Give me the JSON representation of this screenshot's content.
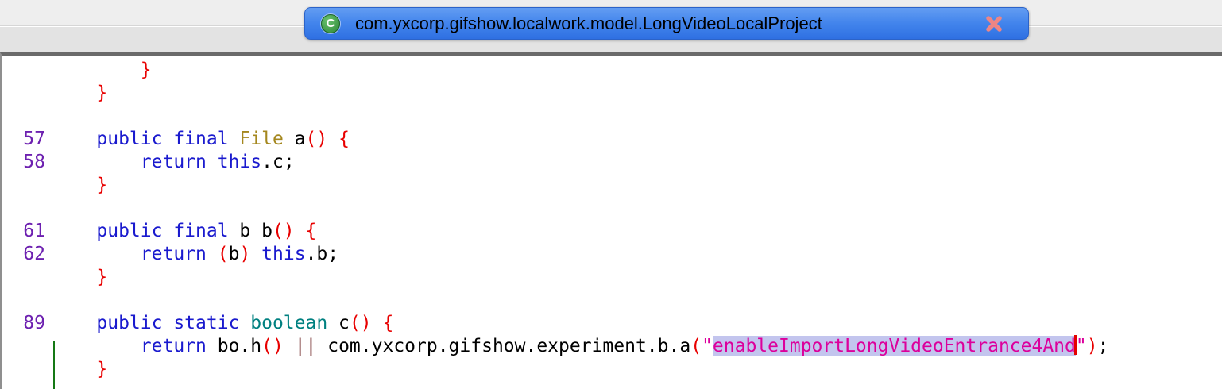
{
  "tab": {
    "title": "com.yxcorp.gifshow.localwork.model.LongVideoLocalProject",
    "class_icon_letter": "C",
    "icons": {
      "class_icon": "green-circle-class-icon",
      "close_icon": "red-x-close-icon"
    }
  },
  "colors": {
    "keyword": "#1a1ace",
    "primitive": "#008080",
    "type": "#a4871e",
    "separator": "#e80000",
    "operator": "#8a4f4f",
    "string": "#dc009c",
    "line_number": "#6d20b0",
    "selection_bg": "#c3c5ee",
    "caret": "#e40000",
    "change_marker": "#157815",
    "tab_top": "#639df2",
    "tab_mid": "#4284ec",
    "tab_bottom": "#2f70e2",
    "tab_border": "#2c63c8"
  },
  "editor": {
    "lines": [
      {
        "num": "",
        "tokens": [
          [
            "        ",
            ""
          ],
          [
            "}",
            "sep"
          ]
        ]
      },
      {
        "num": "",
        "tokens": [
          [
            "    ",
            ""
          ],
          [
            "}",
            "sep"
          ]
        ]
      },
      {
        "num": "",
        "tokens": []
      },
      {
        "num": "57",
        "tokens": [
          [
            "    ",
            ""
          ],
          [
            "public final",
            "kw"
          ],
          [
            " ",
            ""
          ],
          [
            "File",
            "type"
          ],
          [
            " a",
            ""
          ],
          [
            "()",
            "sep"
          ],
          [
            " ",
            ""
          ],
          [
            "{",
            "sep"
          ]
        ]
      },
      {
        "num": "58",
        "tokens": [
          [
            "        ",
            ""
          ],
          [
            "return",
            "kw"
          ],
          [
            " ",
            ""
          ],
          [
            "this",
            "kw"
          ],
          [
            ".c;",
            ""
          ]
        ]
      },
      {
        "num": "",
        "tokens": [
          [
            "    ",
            ""
          ],
          [
            "}",
            "sep"
          ]
        ]
      },
      {
        "num": "",
        "tokens": []
      },
      {
        "num": "61",
        "tokens": [
          [
            "    ",
            ""
          ],
          [
            "public final",
            "kw"
          ],
          [
            " b b",
            ""
          ],
          [
            "()",
            "sep"
          ],
          [
            " ",
            ""
          ],
          [
            "{",
            "sep"
          ]
        ]
      },
      {
        "num": "62",
        "tokens": [
          [
            "        ",
            ""
          ],
          [
            "return",
            "kw"
          ],
          [
            " ",
            ""
          ],
          [
            "(",
            "sep"
          ],
          [
            "b",
            ""
          ],
          [
            ")",
            "sep"
          ],
          [
            " ",
            ""
          ],
          [
            "this",
            "kw"
          ],
          [
            ".b;",
            ""
          ]
        ]
      },
      {
        "num": "",
        "tokens": [
          [
            "    ",
            ""
          ],
          [
            "}",
            "sep"
          ]
        ]
      },
      {
        "num": "",
        "tokens": []
      },
      {
        "num": "89",
        "tokens": [
          [
            "    ",
            ""
          ],
          [
            "public static",
            "kw"
          ],
          [
            " ",
            ""
          ],
          [
            "boolean",
            "prim"
          ],
          [
            " c",
            ""
          ],
          [
            "()",
            "sep"
          ],
          [
            " ",
            ""
          ],
          [
            "{",
            "sep"
          ]
        ]
      },
      {
        "num": "",
        "tokens": [
          [
            "        ",
            ""
          ],
          [
            "return",
            "kw"
          ],
          [
            " bo.h",
            ""
          ],
          [
            "()",
            "sep"
          ],
          [
            " ",
            ""
          ],
          [
            "||",
            "op"
          ],
          [
            " com.yxcorp.gifshow.experiment.b.a",
            ""
          ],
          [
            "(",
            "sep"
          ],
          [
            "\"",
            "str"
          ],
          [
            "enableImportLongVideoEntrance4And",
            "str sel"
          ],
          [
            "",
            "caret"
          ],
          [
            "\"",
            "str"
          ],
          [
            ")",
            "sep"
          ],
          [
            ";",
            ""
          ]
        ]
      },
      {
        "num": "",
        "tokens": [
          [
            "    ",
            ""
          ],
          [
            "}",
            "sep"
          ]
        ]
      }
    ]
  }
}
